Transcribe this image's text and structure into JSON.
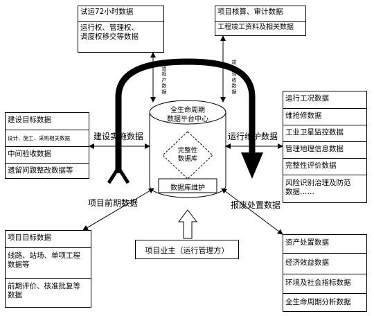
{
  "center": {
    "title_line1": "全生命周期",
    "title_line2": "数据平台中心",
    "inner_line1": "完整性",
    "inner_line2": "数据库",
    "maintenance": "数据库维护"
  },
  "top_left_box": {
    "rows": [
      "试运72小时数据",
      "运行权、管理权、",
      "调度权移交等数据"
    ]
  },
  "top_right_box": {
    "rows": [
      "项目核算、审计数据",
      "工程竣工资料及相关数据"
    ]
  },
  "left_box": {
    "rows": [
      "建设目标数据",
      "设计、施工、采购相关数据",
      "中间验收数据",
      "遗留问题整改数据等"
    ]
  },
  "right_box": {
    "rows": [
      "运行工况数据",
      "维抢修数据",
      "工业卫星监控数据",
      "管理地理信息数据",
      "完整性评价数据",
      "风险识别治理及防范",
      "数据……"
    ]
  },
  "bottom_left_box": {
    "rows": [
      "项目目标数据",
      "线路、站场、单项工程",
      "数据等",
      "前期评价、核准批复等",
      "数据"
    ]
  },
  "bottom_right_box": {
    "rows": [
      "资产处置数据",
      "经济效益数据",
      "环境及社会指标数据",
      "全生命周期分析数据"
    ]
  },
  "labels": {
    "construction": "建设实施数据",
    "operation": "运行维护数据",
    "preliminary": "项目前期数据",
    "disposal": "报废处置数据",
    "owner": "项目业主（运行管理方）",
    "commissioning_vertical": "试运投产数据",
    "acceptance_vertical": "竣工验收数据"
  }
}
